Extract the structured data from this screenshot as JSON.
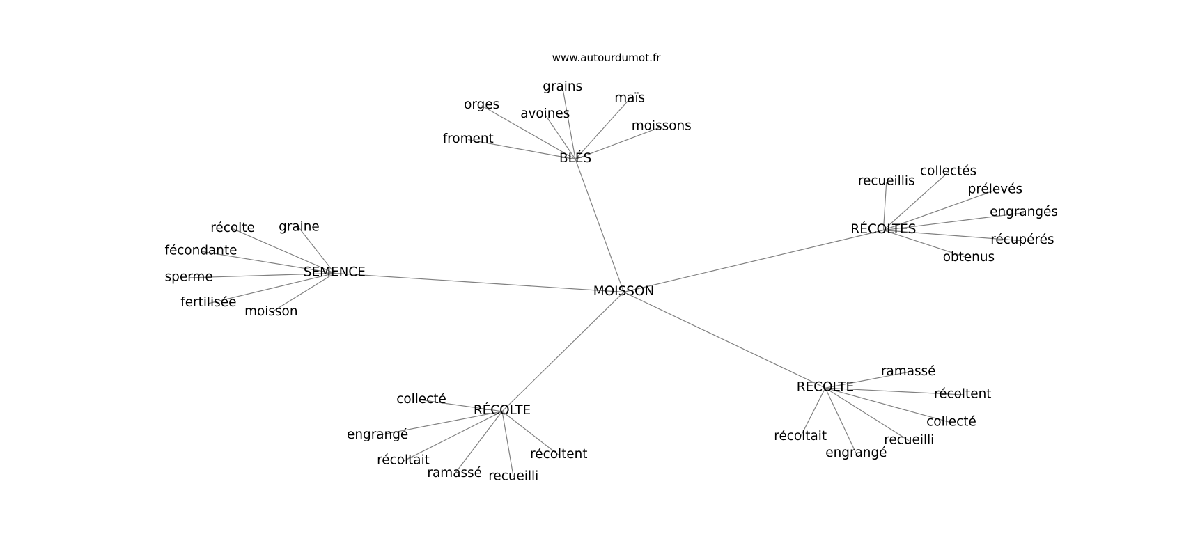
{
  "watermark": "www.autourdumot.fr",
  "root": "MOISSON",
  "hubs": [
    {
      "label": "BLÉS",
      "leaves": [
        "froment",
        "orges",
        "grains",
        "avoines",
        "maïs",
        "moissons"
      ]
    },
    {
      "label": "SEMENCE",
      "leaves": [
        "récolte",
        "graine",
        "fécondante",
        "sperme",
        "fertilisée",
        "moisson"
      ]
    },
    {
      "label": "RÉCOLTES",
      "leaves": [
        "recueillis",
        "collectés",
        "prélevés",
        "engrangés",
        "récupérés",
        "obtenus"
      ]
    },
    {
      "label": "RÉCOLTE",
      "leaves": [
        "collecté",
        "engrangé",
        "récoltait",
        "ramassé",
        "recueilli",
        "récoltent"
      ]
    },
    {
      "label": "RECOLTE",
      "leaves": [
        "ramassé",
        "récoltent",
        "collecté",
        "recueilli",
        "engrangé",
        "récoltait"
      ]
    }
  ]
}
